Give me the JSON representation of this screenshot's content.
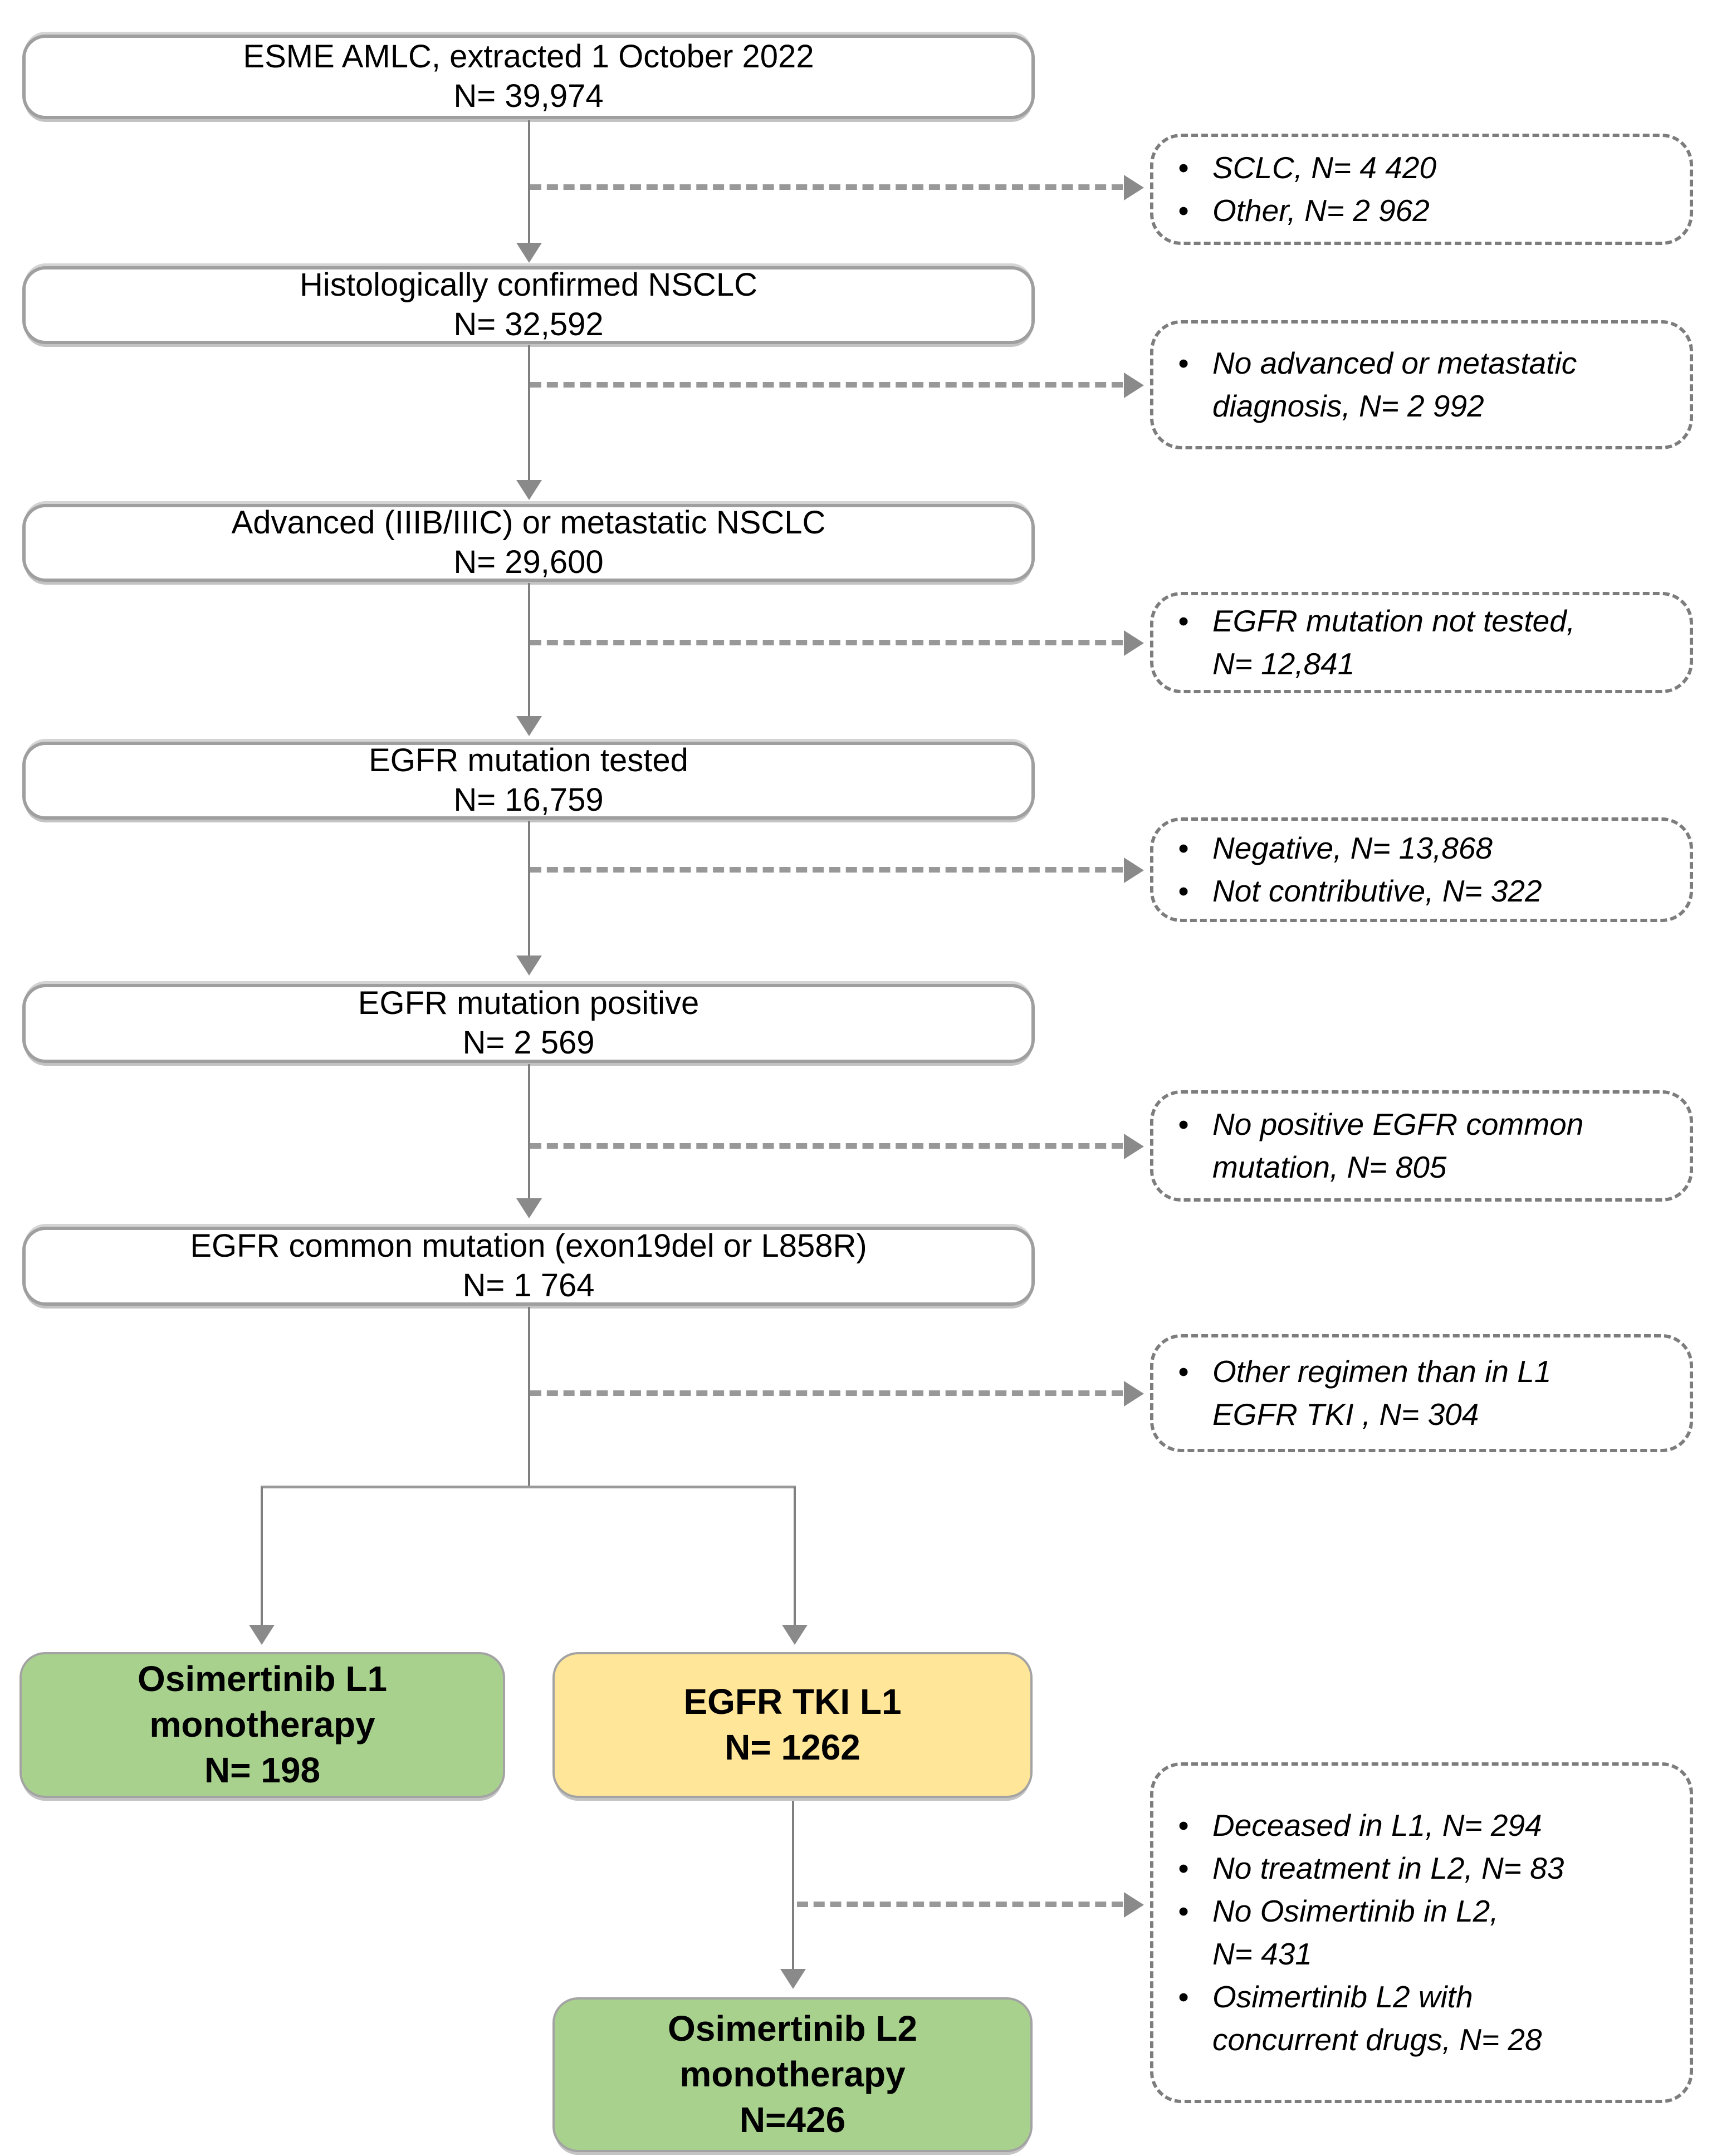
{
  "diagram": {
    "main_boxes": [
      {
        "title": "ESME AMLC, extracted 1 October 2022",
        "n": "N= 39,974"
      },
      {
        "title": "Histologically confirmed NSCLC",
        "n": "N= 32,592"
      },
      {
        "title": "Advanced (IIIB/IIIC) or metastatic NSCLC",
        "n": "N= 29,600"
      },
      {
        "title": "EGFR mutation tested",
        "n": "N= 16,759"
      },
      {
        "title": "EGFR mutation positive",
        "n": "N= 2 569"
      },
      {
        "title": "EGFR common mutation (exon19del or L858R)",
        "n": "N= 1 764"
      }
    ],
    "exclusion_boxes": [
      {
        "items": [
          "SCLC, N= 4 420",
          "Other, N= 2 962"
        ]
      },
      {
        "items": [
          "No advanced or metastatic\ndiagnosis, N= 2 992"
        ]
      },
      {
        "items": [
          "EGFR mutation not tested,\nN= 12,841"
        ]
      },
      {
        "items": [
          "Negative, N= 13,868",
          "Not contributive, N= 322"
        ]
      },
      {
        "items": [
          "No positive EGFR common\nmutation, N= 805"
        ]
      },
      {
        "items": [
          "Other regimen than in L1\nEGFR TKI , N= 304"
        ]
      },
      {
        "items": [
          "Deceased in L1, N= 294",
          "No treatment in  L2, N= 83",
          "No Osimertinib in L2,\nN= 431",
          "Osimertinib L2 with\nconcurrent drugs, N= 28"
        ]
      }
    ],
    "outcome_boxes": [
      {
        "label": "Osimertinib L1\nmonotherapy\nN= 198",
        "color": "#a9d18e"
      },
      {
        "label": "EGFR TKI L1\nN= 1262",
        "color": "#ffe699"
      },
      {
        "label": "Osimertinib L2\nmonotherapy\nN=426",
        "color": "#a9d18e"
      }
    ],
    "colors": {
      "outcome_green": "#a9d18e",
      "outcome_yellow": "#ffe699",
      "line_gray": "#8a8a8a",
      "box_border_gray": "#9f9f9f",
      "dash_border_gray": "#7d7d7d",
      "background": "#ffffff",
      "text": "#000000"
    }
  }
}
